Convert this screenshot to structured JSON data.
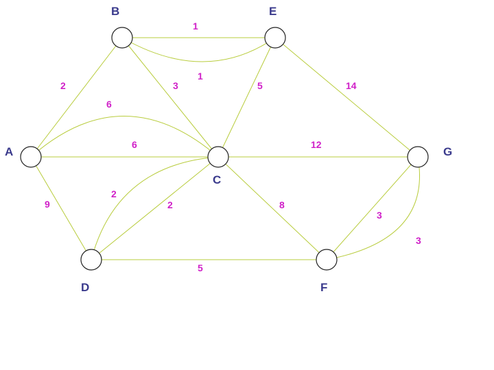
{
  "colors": {
    "edge": "#b8cc3c",
    "node_label": "#3a3a8c",
    "weight": "#d020c8"
  },
  "nodes": {
    "A": {
      "label": "A"
    },
    "B": {
      "label": "B"
    },
    "C": {
      "label": "C"
    },
    "D": {
      "label": "D"
    },
    "E": {
      "label": "E"
    },
    "F": {
      "label": "F"
    },
    "G": {
      "label": "G"
    }
  },
  "edges": [
    {
      "from": "B",
      "to": "E",
      "weight": "1"
    },
    {
      "from": "B",
      "to": "E",
      "weight": "1"
    },
    {
      "from": "A",
      "to": "B",
      "weight": "2"
    },
    {
      "from": "B",
      "to": "C",
      "weight": "3"
    },
    {
      "from": "E",
      "to": "C",
      "weight": "5"
    },
    {
      "from": "E",
      "to": "G",
      "weight": "14"
    },
    {
      "from": "A",
      "to": "C",
      "weight": "6"
    },
    {
      "from": "A",
      "to": "C",
      "weight": "6"
    },
    {
      "from": "C",
      "to": "G",
      "weight": "12"
    },
    {
      "from": "A",
      "to": "D",
      "weight": "9"
    },
    {
      "from": "D",
      "to": "C",
      "weight": "2"
    },
    {
      "from": "D",
      "to": "C",
      "weight": "2"
    },
    {
      "from": "C",
      "to": "F",
      "weight": "8"
    },
    {
      "from": "F",
      "to": "G",
      "weight": "3"
    },
    {
      "from": "F",
      "to": "G",
      "weight": "3"
    },
    {
      "from": "D",
      "to": "F",
      "weight": "5"
    }
  ]
}
